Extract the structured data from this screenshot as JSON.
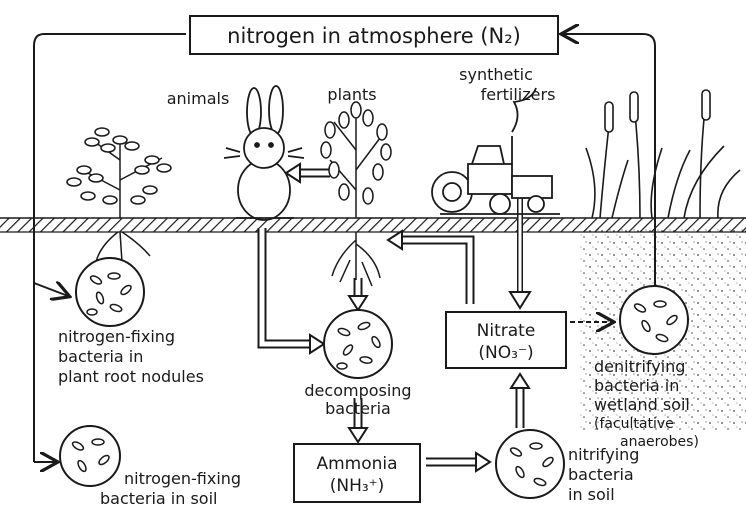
{
  "nodes": {
    "atmosphere": "nitrogen in atmosphere (N₂)",
    "animals": "animals",
    "plants": "plants",
    "synthetic_fertilizers": [
      "synthetic",
      "fertilizers"
    ],
    "nitrate": [
      "Nitrate",
      "(NO₃⁻)"
    ],
    "ammonia": [
      "Ammonia",
      "(NH₃⁺)"
    ],
    "nitrogen_fixing_root": [
      "nitrogen-fixing",
      "bacteria in",
      "plant root nodules"
    ],
    "decomposing": [
      "decomposing",
      "bacteria"
    ],
    "denitrifying": [
      "denitrifying",
      "bacteria in",
      "wetland soil",
      "(facultative",
      "anaerobes)"
    ],
    "nitrogen_fixing_soil": [
      "nitrogen-fixing",
      "bacteria in soil"
    ],
    "nitrifying": [
      "nitrifying",
      "bacteria",
      "in soil"
    ]
  }
}
